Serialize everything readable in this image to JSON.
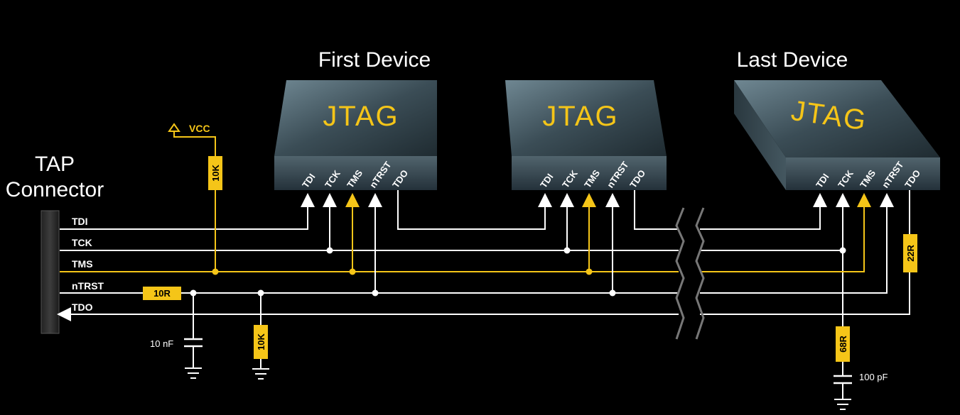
{
  "tap_connector": {
    "line1": "TAP",
    "line2": "Connector"
  },
  "signals": {
    "tdi": "TDI",
    "tck": "TCK",
    "tms": "TMS",
    "ntrst": "nTRST",
    "tdo": "TDO"
  },
  "devices": [
    {
      "title": "First Device",
      "chip_label": "JTAG",
      "pins": [
        "TDI",
        "TCK",
        "TMS",
        "nTRST",
        "TDO"
      ]
    },
    {
      "title": "",
      "chip_label": "JTAG",
      "pins": [
        "TDI",
        "TCK",
        "TMS",
        "nTRST",
        "TDO"
      ]
    },
    {
      "title": "Last Device",
      "chip_label": "JTAG",
      "pins": [
        "TDI",
        "TCK",
        "TMS",
        "nTRST",
        "TDO"
      ]
    }
  ],
  "power": {
    "vcc": "VCC"
  },
  "components": {
    "tms_pullup": "10K",
    "ntrst_series": "10R",
    "ntrst_pulldown": "10K",
    "ntrst_cap": "10 nF",
    "tdo_series": "22R",
    "tck_term": "68R",
    "tck_cap": "100 pF"
  },
  "colors": {
    "accent": "#f5c518",
    "wire": "#ffffff",
    "background": "#000000"
  }
}
